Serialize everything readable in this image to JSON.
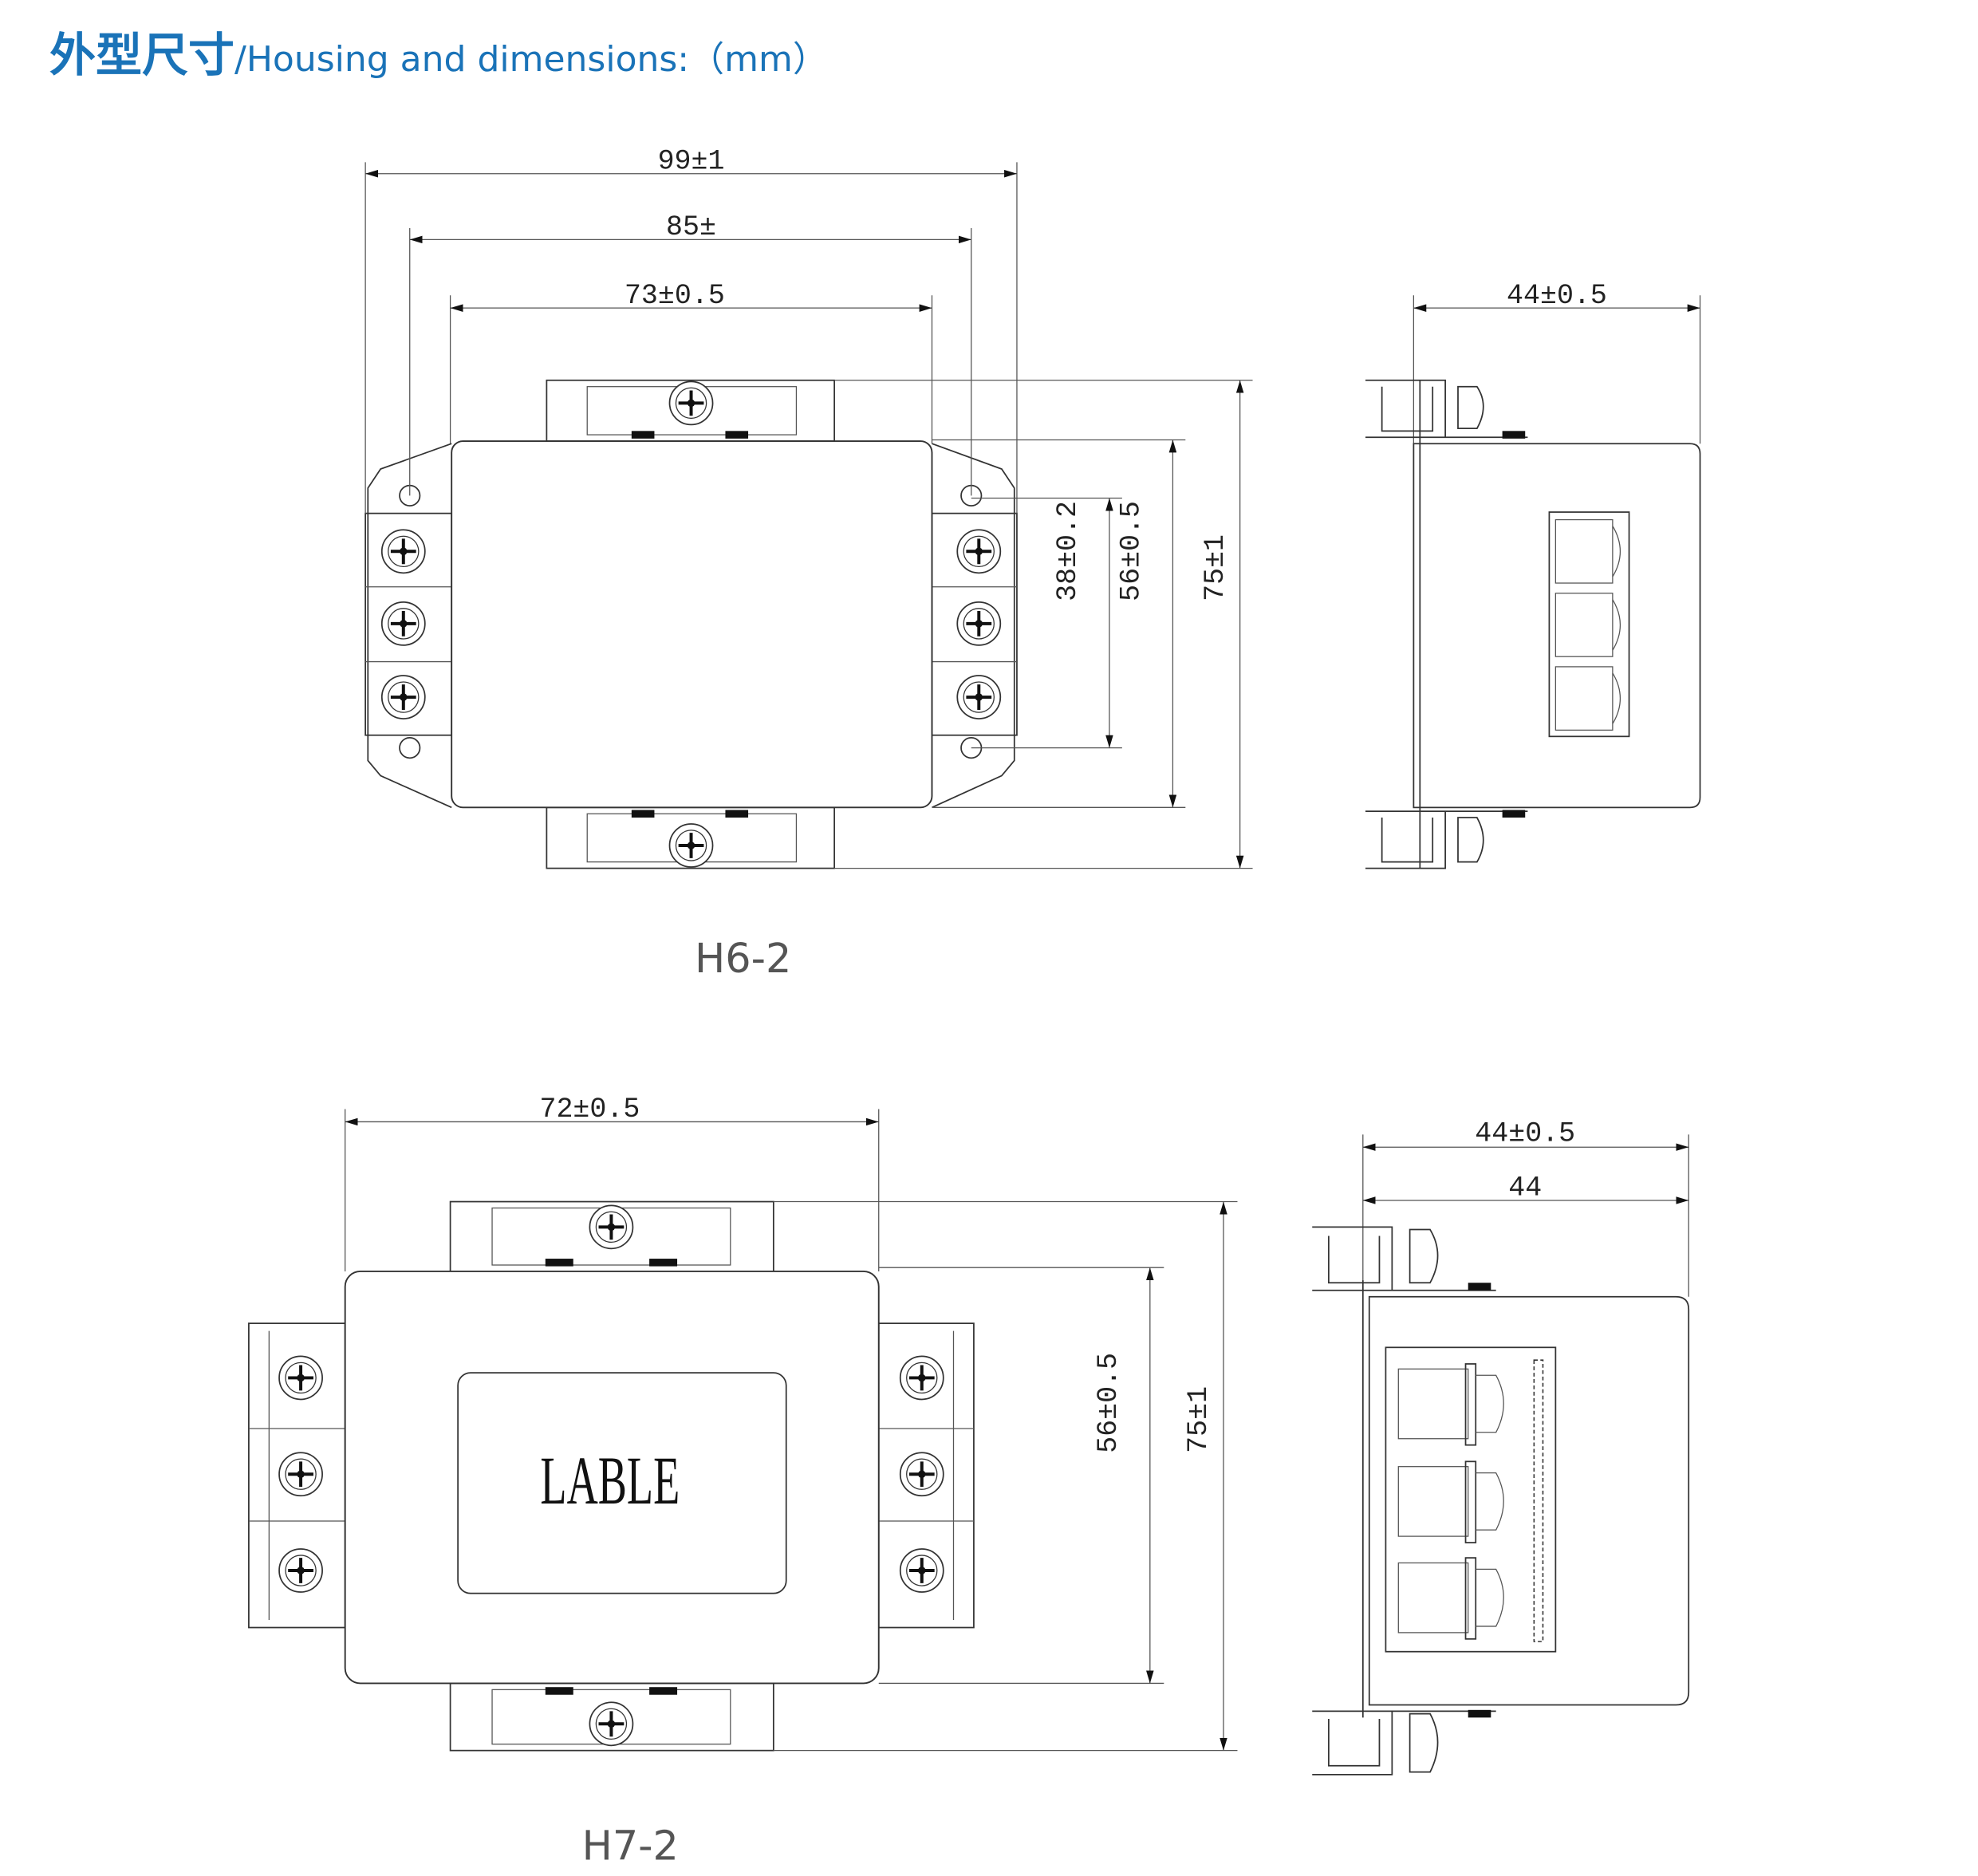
{
  "header": {
    "title_cn": "外型尺寸",
    "title_en": "/Housing and dimensions:（mm）"
  },
  "h6_2": {
    "label": "H6-2",
    "front_dims": {
      "overall_width": "99±1",
      "mount_hole_spacing": "85±",
      "body_width": "73±0.5",
      "hole_vertical_spacing": "38±0.2",
      "body_height": "56±0.5",
      "overall_height": "75±1"
    },
    "side_dims": {
      "depth": "44±0.5"
    }
  },
  "h7_2": {
    "label": "H7-2",
    "body_text": "LABLE",
    "front_dims": {
      "body_width": "72±0.5",
      "body_height": "56±0.5",
      "overall_height": "75±1"
    },
    "side_dims": {
      "depth_tol": "44±0.5",
      "depth": "44"
    }
  }
}
